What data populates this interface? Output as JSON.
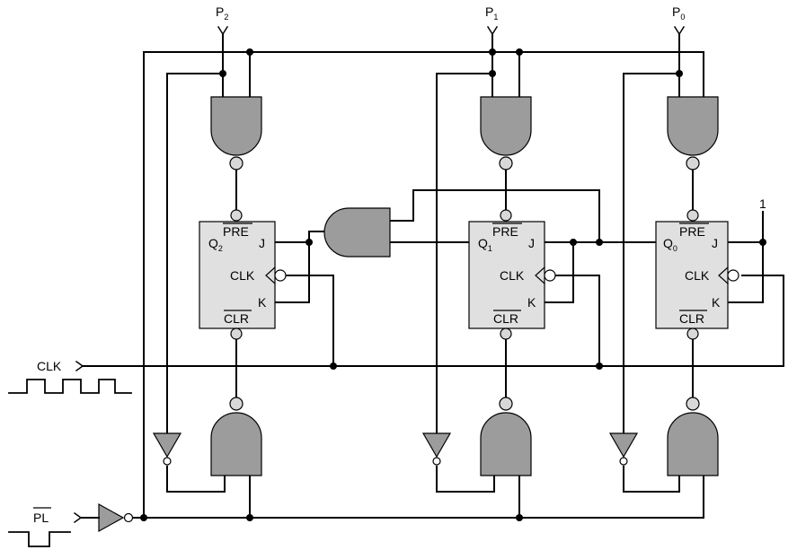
{
  "inputs": {
    "p2": {
      "base": "P",
      "sub": "2"
    },
    "p1": {
      "base": "P",
      "sub": "1"
    },
    "p0": {
      "base": "P",
      "sub": "0"
    },
    "clk": "CLK",
    "pl": "PL",
    "one": "1"
  },
  "flipflops": [
    {
      "q_base": "Q",
      "q_sub": "2",
      "pre": "PRE",
      "j": "J",
      "clk": "CLK",
      "k": "K",
      "clr": "CLR"
    },
    {
      "q_base": "Q",
      "q_sub": "1",
      "pre": "PRE",
      "j": "J",
      "clk": "CLK",
      "k": "K",
      "clr": "CLR"
    },
    {
      "q_base": "Q",
      "q_sub": "0",
      "pre": "PRE",
      "j": "J",
      "clk": "CLK",
      "k": "K",
      "clr": "CLR"
    }
  ]
}
